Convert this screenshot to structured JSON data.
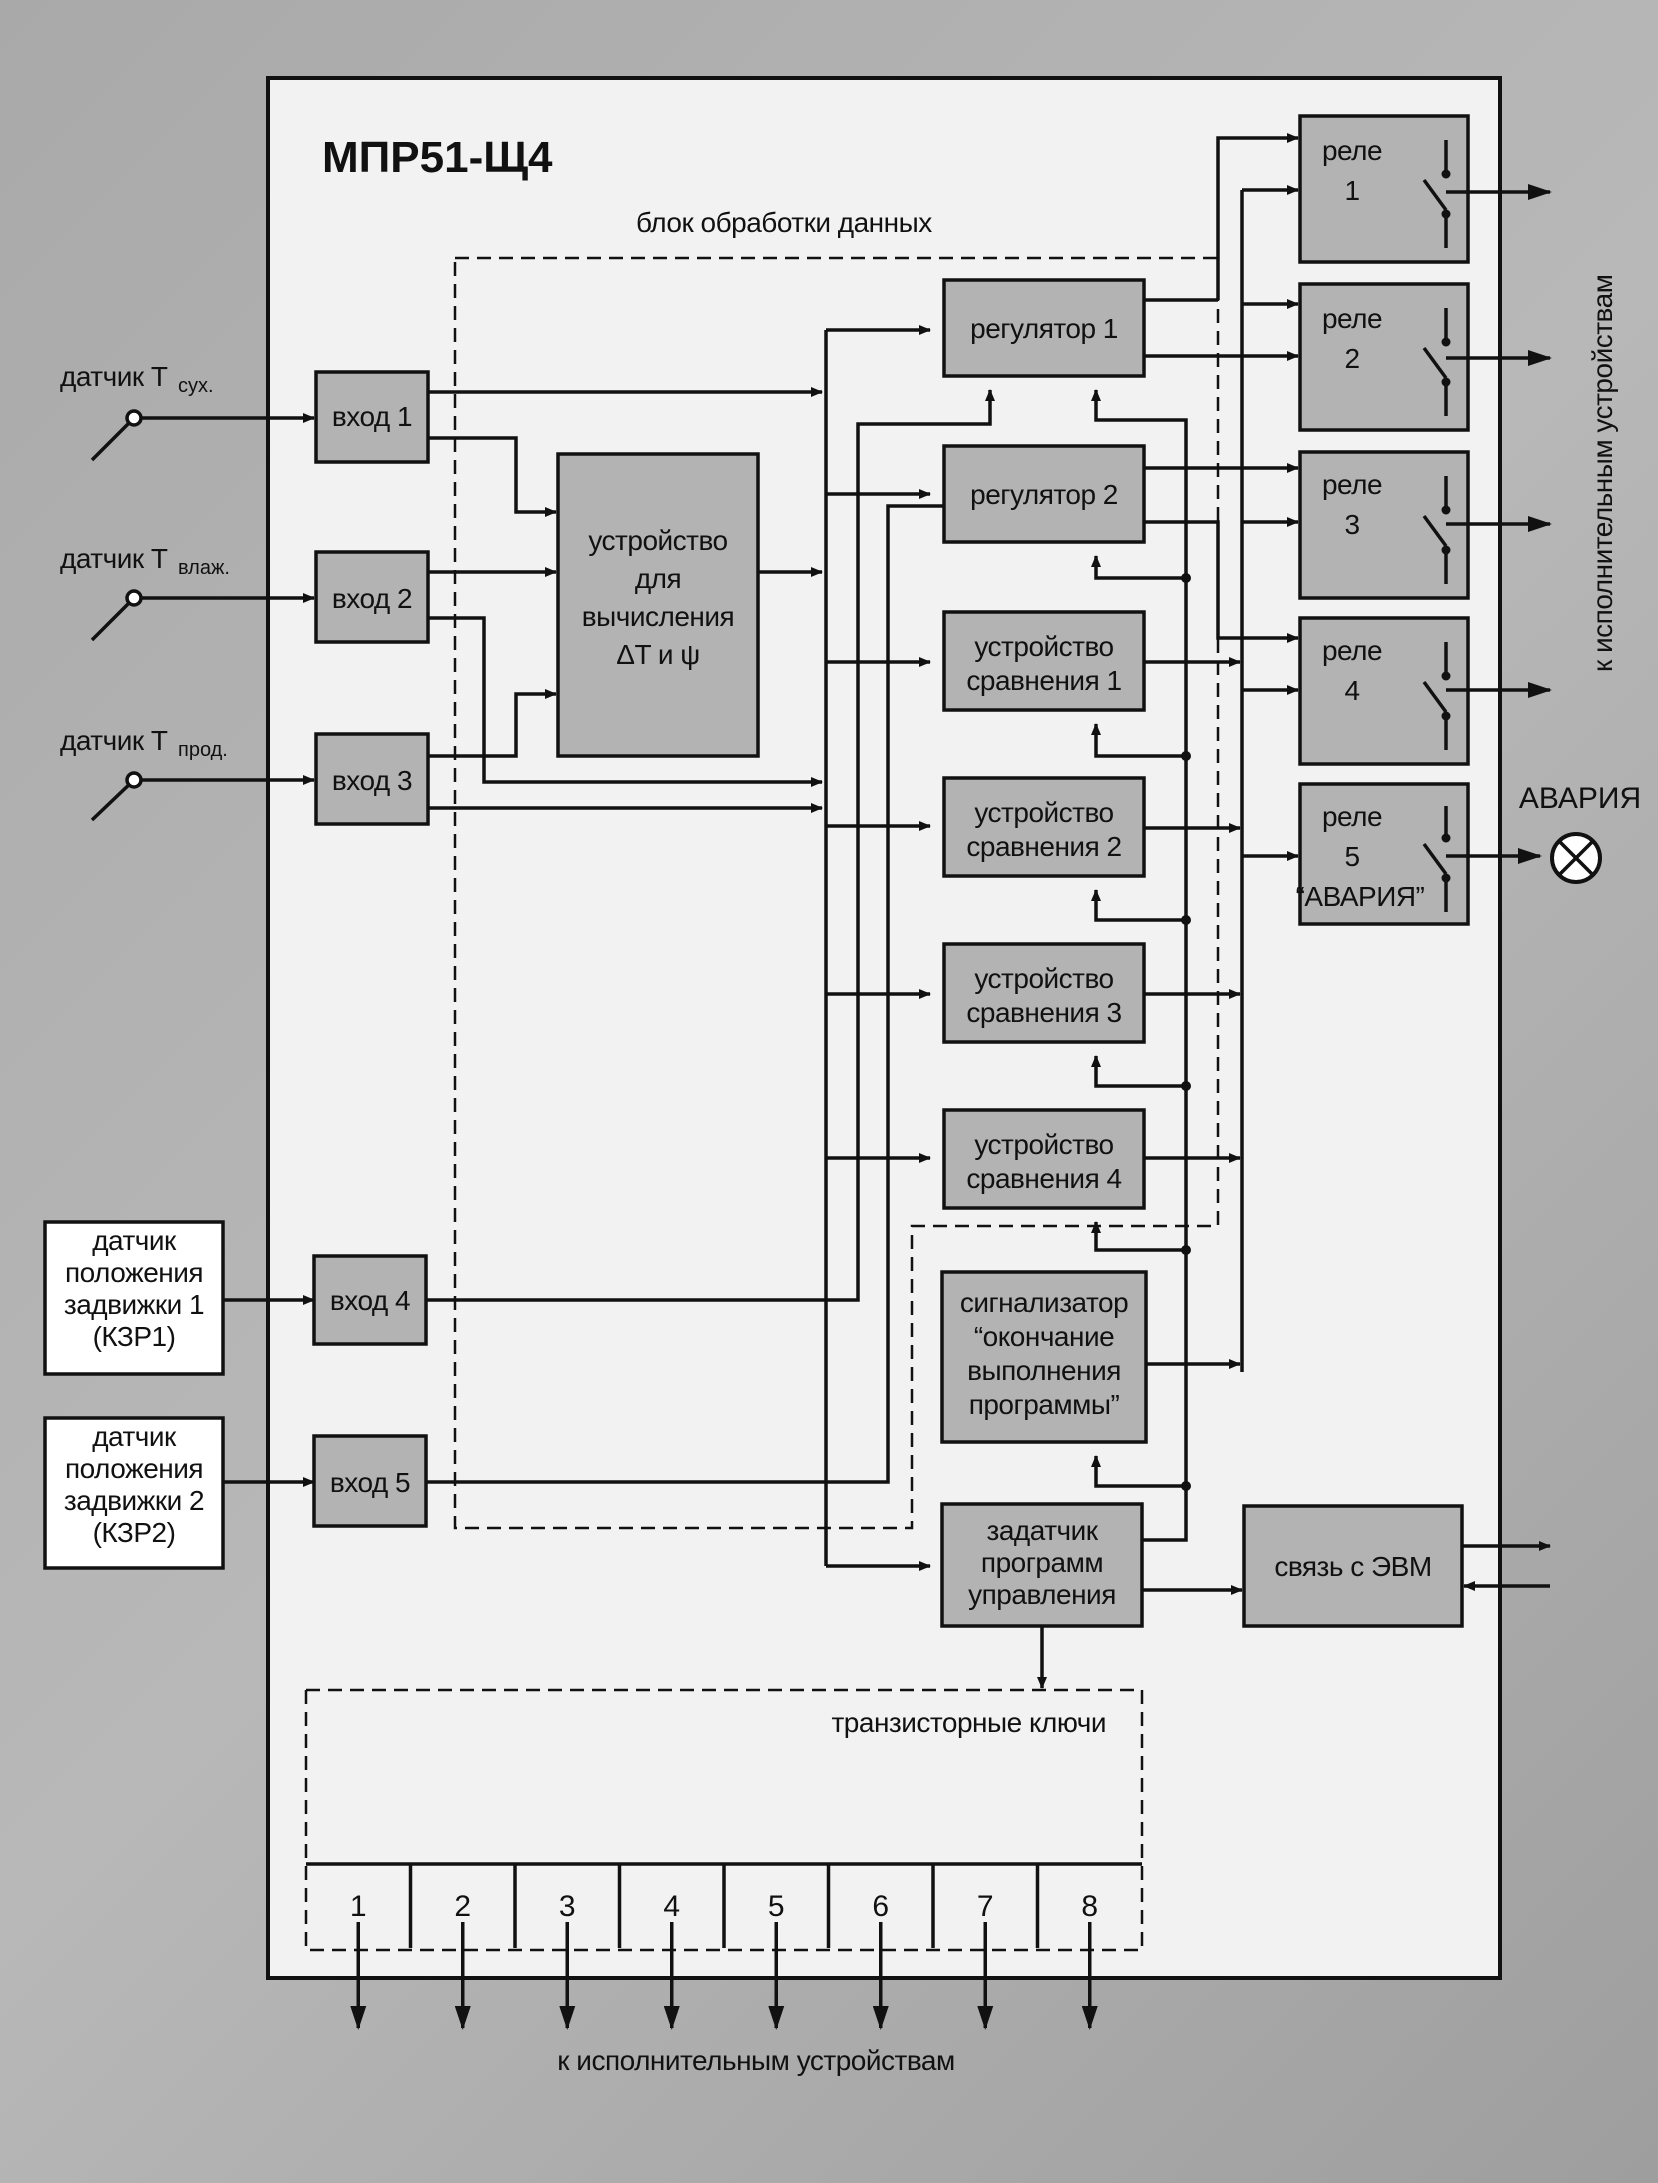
{
  "title": "МПР51-Щ4",
  "data_block_label": "блок обработки данных",
  "right_output_label": "к исполнительным устройствам",
  "bottom_output_label": "к исполнительным устройствам",
  "alarm_label": "АВАРИЯ",
  "transistor_keys_label": "транзисторные ключи",
  "transistor_key_numbers": [
    "1",
    "2",
    "3",
    "4",
    "5",
    "6",
    "7",
    "8"
  ],
  "sensors": {
    "t_dry": {
      "prefix": "датчик T",
      "sub": "сух."
    },
    "t_wet": {
      "prefix": "датчик T",
      "sub": "влаж."
    },
    "t_prod": {
      "prefix": "датчик T",
      "sub": "прод."
    }
  },
  "gate_sensor_1": [
    "датчик",
    "положения",
    "задвижки 1",
    "(КЗР1)"
  ],
  "gate_sensor_2": [
    "датчик",
    "положения",
    "задвижки 2",
    "(КЗР2)"
  ],
  "inputs": [
    "вход 1",
    "вход 2",
    "вход 3",
    "вход 4",
    "вход 5"
  ],
  "calc_device": [
    "устройство",
    "для",
    "вычисления",
    "ΔT и ψ"
  ],
  "regulators": [
    "регулятор 1",
    "регулятор 2"
  ],
  "comparators": [
    [
      "устройство",
      "сравнения 1"
    ],
    [
      "устройство",
      "сравнения 2"
    ],
    [
      "устройство",
      "сравнения 3"
    ],
    [
      "устройство",
      "сравнения 4"
    ]
  ],
  "signaler": [
    "сигнализатор",
    "“окончание",
    "выполнения",
    "программы”"
  ],
  "program_setter": [
    "задатчик",
    "программ",
    "управления"
  ],
  "pc_link": "связь с ЭВМ",
  "relays": [
    {
      "title": "реле",
      "num": "1",
      "extra": ""
    },
    {
      "title": "реле",
      "num": "2",
      "extra": ""
    },
    {
      "title": "реле",
      "num": "3",
      "extra": ""
    },
    {
      "title": "реле",
      "num": "4",
      "extra": ""
    },
    {
      "title": "реле",
      "num": "5",
      "extra": "“АВАРИЯ”"
    }
  ]
}
